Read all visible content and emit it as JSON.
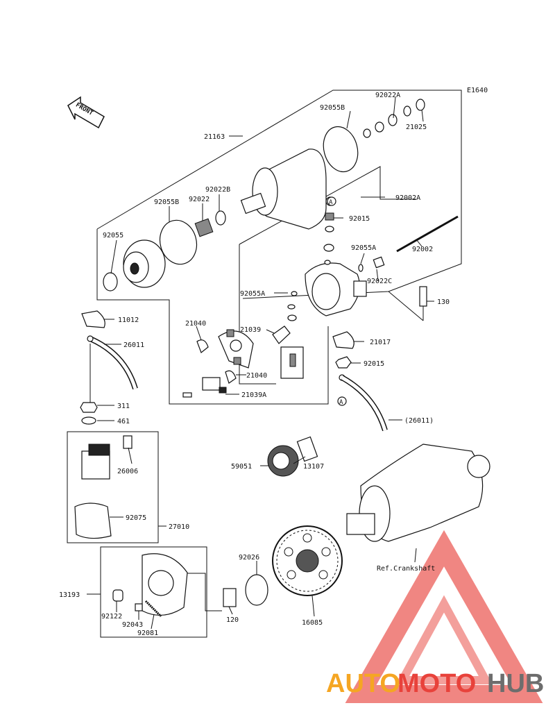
{
  "diagram": {
    "code": "E1640",
    "front_arrow_label": "FRONT",
    "crankshaft_ref": "Ref.Crankshaft",
    "ref_marker": "A",
    "labels": {
      "p21163": "21163",
      "p92022A": "92022A",
      "p92055B_top": "92055B",
      "p21025": "21025",
      "p92002A": "92002A",
      "p92022B": "92022B",
      "p92055B_mid": "92055B",
      "p92022": "92022",
      "p92015_top": "92015",
      "p92055": "92055",
      "p92002": "92002",
      "p92055A_right": "92055A",
      "p92022C": "92022C",
      "p92055A_left": "92055A",
      "p130": "130",
      "p11012": "11012",
      "p21040_top": "21040",
      "p21039": "21039",
      "p21017": "21017",
      "p26011": "26011",
      "p92015_bottom": "92015",
      "p21040_bottom": "21040",
      "p21039A": "21039A",
      "p311": "311",
      "p26011_paren": "(26011)",
      "p461": "461",
      "p59051": "59051",
      "p13107": "13107",
      "p26006": "26006",
      "p92075": "92075",
      "p27010": "27010",
      "p92026": "92026",
      "p13193": "13193",
      "p120": "120",
      "p16085": "16085",
      "p92122": "92122",
      "p92043": "92043",
      "p92081": "92081"
    }
  },
  "watermark": {
    "part1": "AUTO",
    "part2": "MOTO",
    "part3": "HUB",
    "color_primary": "#f5a623",
    "color_logo": "#e8423b",
    "color_secondary": "#6d6d6d"
  }
}
